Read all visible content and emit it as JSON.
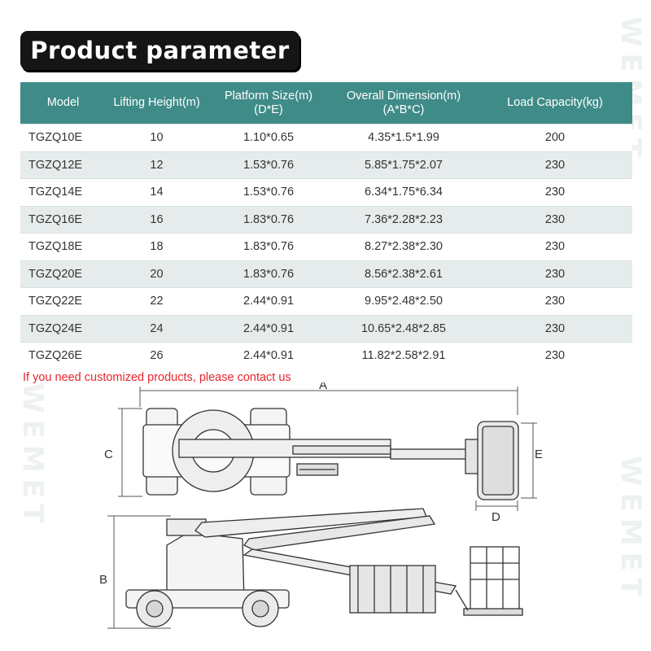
{
  "title": "Product parameter",
  "table": {
    "headers": [
      "Model",
      "Lifting Height(m)",
      "Platform Size(m)\n(D*E)",
      "Overall Dimension(m)\n(A*B*C)",
      "Load Capacity(kg)"
    ],
    "rows": [
      [
        "TGZQ10E",
        "10",
        "1.10*0.65",
        "4.35*1.5*1.99",
        "200"
      ],
      [
        "TGZQ12E",
        "12",
        "1.53*0.76",
        "5.85*1.75*2.07",
        "230"
      ],
      [
        "TGZQ14E",
        "14",
        "1.53*0.76",
        "6.34*1.75*6.34",
        "230"
      ],
      [
        "TGZQ16E",
        "16",
        "1.83*0.76",
        "7.36*2.28*2.23",
        "230"
      ],
      [
        "TGZQ18E",
        "18",
        "1.83*0.76",
        "8.27*2.38*2.30",
        "230"
      ],
      [
        "TGZQ20E",
        "20",
        "1.83*0.76",
        "8.56*2.38*2.61",
        "230"
      ],
      [
        "TGZQ22E",
        "22",
        "2.44*0.91",
        "9.95*2.48*2.50",
        "230"
      ],
      [
        "TGZQ24E",
        "24",
        "2.44*0.91",
        "10.65*2.48*2.85",
        "230"
      ],
      [
        "TGZQ26E",
        "26",
        "2.44*0.91",
        "11.82*2.58*2.91",
        "230"
      ]
    ]
  },
  "notice": "If you need customized products, please contact us",
  "dimension_labels": {
    "a": "A",
    "b": "B",
    "c": "C",
    "d": "D",
    "e": "E"
  },
  "watermark": "WEMET",
  "colors": {
    "header_bg": "#3f8b88",
    "notice": "#e8242b",
    "title_bg": "#151515"
  }
}
